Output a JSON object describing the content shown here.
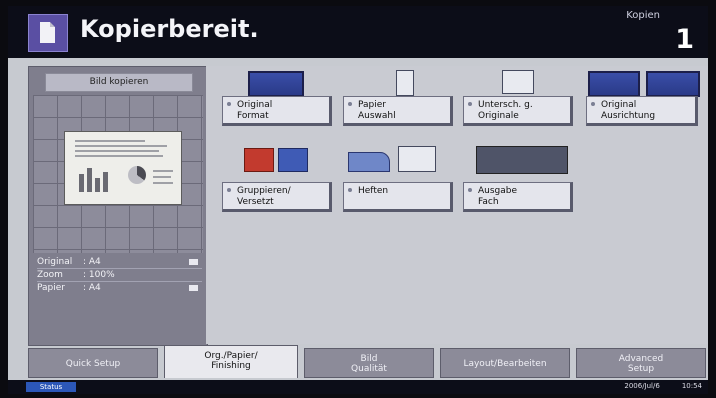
{
  "header": {
    "title": "Kopierbereit.",
    "copies_label": "Kopien",
    "copies_value": "1"
  },
  "preview": {
    "title": "Bild kopieren",
    "original_label": "Original",
    "original_value": ": A4",
    "zoom_label": "Zoom",
    "zoom_value": ": 100%",
    "paper_label": "Papier",
    "paper_value": ": A4"
  },
  "functions": [
    {
      "line1": "Original",
      "line2": "Format"
    },
    {
      "line1": "Papier",
      "line2": "Auswahl"
    },
    {
      "line1": "Untersch. g.",
      "line2": "Originale"
    },
    {
      "line1": "Original",
      "line2": "Ausrichtung"
    },
    {
      "line1": "Gruppieren/",
      "line2": "Versetzt"
    },
    {
      "line1": "Heften",
      "line2": ""
    },
    {
      "line1": "Ausgabe",
      "line2": "Fach"
    }
  ],
  "tabs": [
    {
      "line1": "Quick Setup",
      "line2": ""
    },
    {
      "line1": "Org./Papier/",
      "line2": "Finishing"
    },
    {
      "line1": "Bild",
      "line2": "Qualität"
    },
    {
      "line1": "Layout/Bearbeiten",
      "line2": ""
    },
    {
      "line1": "Advanced",
      "line2": "Setup"
    }
  ],
  "status": {
    "label": "Status",
    "date": "2006/Jul/6",
    "time": "10:54"
  }
}
